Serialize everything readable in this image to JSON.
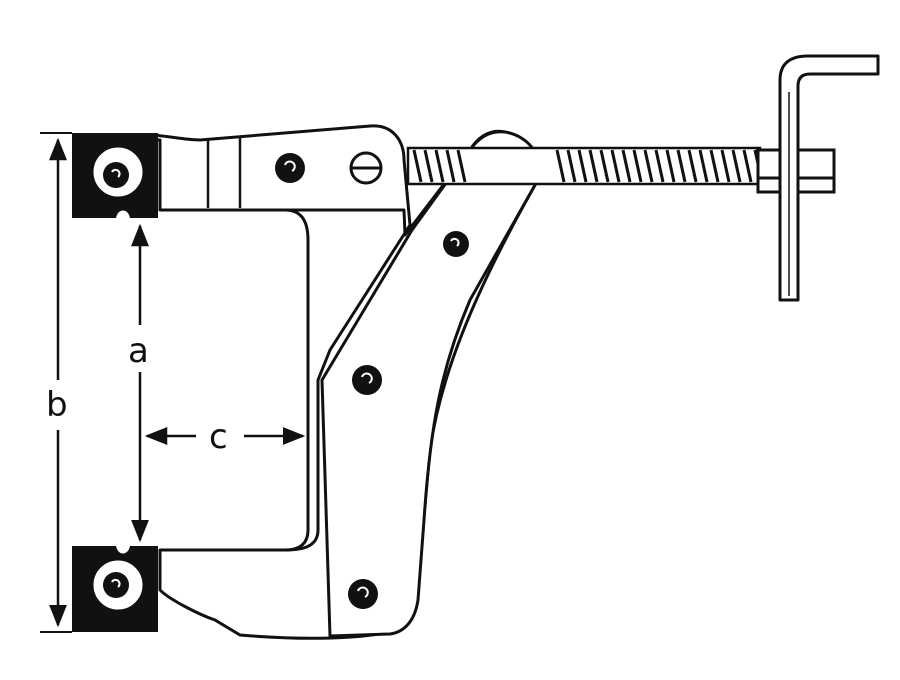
{
  "labels": {
    "a": "a",
    "b": "b",
    "c": "c"
  },
  "colors": {
    "ink": "#111111",
    "paper": "#ffffff"
  }
}
